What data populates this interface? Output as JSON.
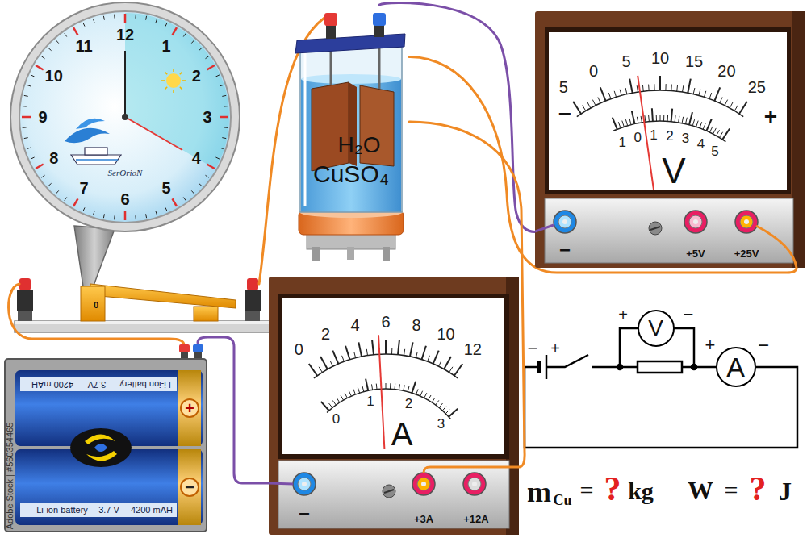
{
  "diagram": {
    "nodes": [
      {
        "text": [
          "12",
          "1",
          "2",
          "3",
          "4",
          "5",
          "6",
          "7",
          "8",
          "9",
          "10",
          "11",
          "SerOrioN"
        ]
      },
      {
        "text": [
          "H₂O",
          "CuSO₄"
        ]
      },
      {
        "text": [
          "5",
          "0",
          "5",
          "10",
          "15",
          "20",
          "25",
          "−",
          "+",
          "1",
          "0",
          "1",
          "2",
          "3",
          "4",
          "5",
          "V",
          "−",
          "+5V",
          "+25V"
        ]
      },
      {
        "text": [
          "Li-ion battery",
          "3.7V",
          "4200 mAH",
          "Li-ion battery",
          "3.7 V",
          "4200 mAH",
          "+",
          "−"
        ]
      },
      {
        "text": [
          "0",
          "2",
          "4",
          "6",
          "8",
          "10",
          "12",
          "0",
          "1",
          "2",
          "3",
          "A",
          "−",
          "+3A",
          "+12A"
        ]
      },
      {
        "text": [
          "V"
        ]
      },
      {
        "text": [
          "A"
        ]
      }
    ],
    "edges": [
      {
        "from": 1,
        "to": 2,
        "arrow": "none"
      },
      {
        "from": 1,
        "to": 2,
        "arrow": "none"
      },
      {
        "from": 1,
        "to": 4,
        "arrow": "none"
      },
      {
        "from": 4,
        "to": 3,
        "arrow": "none"
      },
      {
        "from": 5,
        "to": 6,
        "arrow": "none"
      }
    ],
    "labels": [
      "0",
      "Adobe Stock | #560354465",
      "−",
      "+",
      "+",
      "−",
      "+",
      "−",
      "m",
      "Cu",
      "=",
      "?",
      "kg",
      "W",
      "=",
      "?",
      "J"
    ]
  }
}
